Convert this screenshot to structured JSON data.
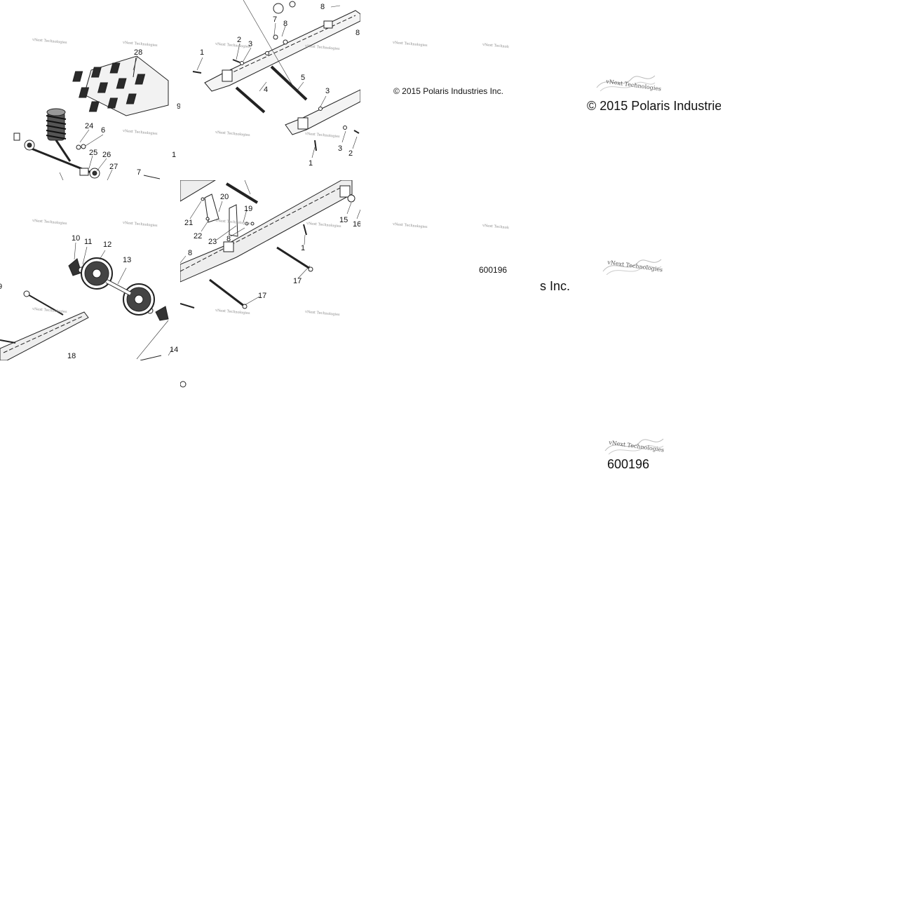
{
  "copyright": "© 2015 Polaris Industries Inc.",
  "copyright_clip_left": "© 2015 Polaris Industrie",
  "copyright_clip_right": "s Inc.",
  "figure_number": "600196",
  "watermark": "vNext Technologies",
  "callouts": {
    "t1": [
      "28",
      "24",
      "6",
      "25",
      "26",
      "27",
      "7",
      "9",
      "1"
    ],
    "t2": [
      "7",
      "8",
      "8",
      "8",
      "2",
      "3",
      "1",
      "5",
      "4",
      "3",
      "3",
      "2",
      "1"
    ],
    "t3": [
      "10",
      "11",
      "12",
      "13",
      "9",
      "18",
      "14"
    ],
    "t4": [
      "20",
      "19",
      "21",
      "22",
      "23",
      "8",
      "8",
      "15",
      "16",
      "1",
      "17",
      "17"
    ]
  }
}
